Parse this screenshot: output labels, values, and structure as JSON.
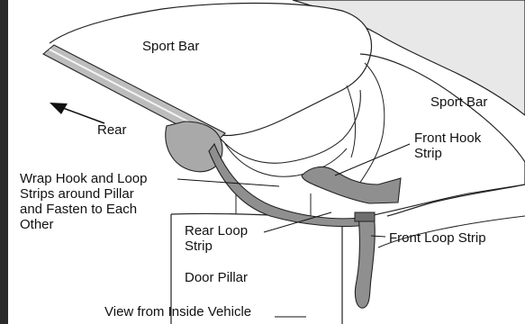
{
  "labels": {
    "sport_bar_top": "Sport Bar",
    "sport_bar_right": "Sport Bar",
    "rear": "Rear",
    "front_hook_strip": [
      "Front Hook",
      "Strip"
    ],
    "wrap_instruction": [
      "Wrap Hook and Loop",
      "Strips around Pillar",
      "and Fasten to Each",
      "Other"
    ],
    "rear_loop_strip": [
      "Rear Loop",
      "Strip"
    ],
    "front_loop_strip": "Front Loop Strip",
    "door_pillar": "Door Pillar",
    "view_caption": "View from Inside Vehicle"
  },
  "colors": {
    "strip_fill": "#8f8f8f",
    "sport_bar_fill": "#e8e8e8",
    "outline": "#222222",
    "frame_bar": "#2a2a2a"
  }
}
